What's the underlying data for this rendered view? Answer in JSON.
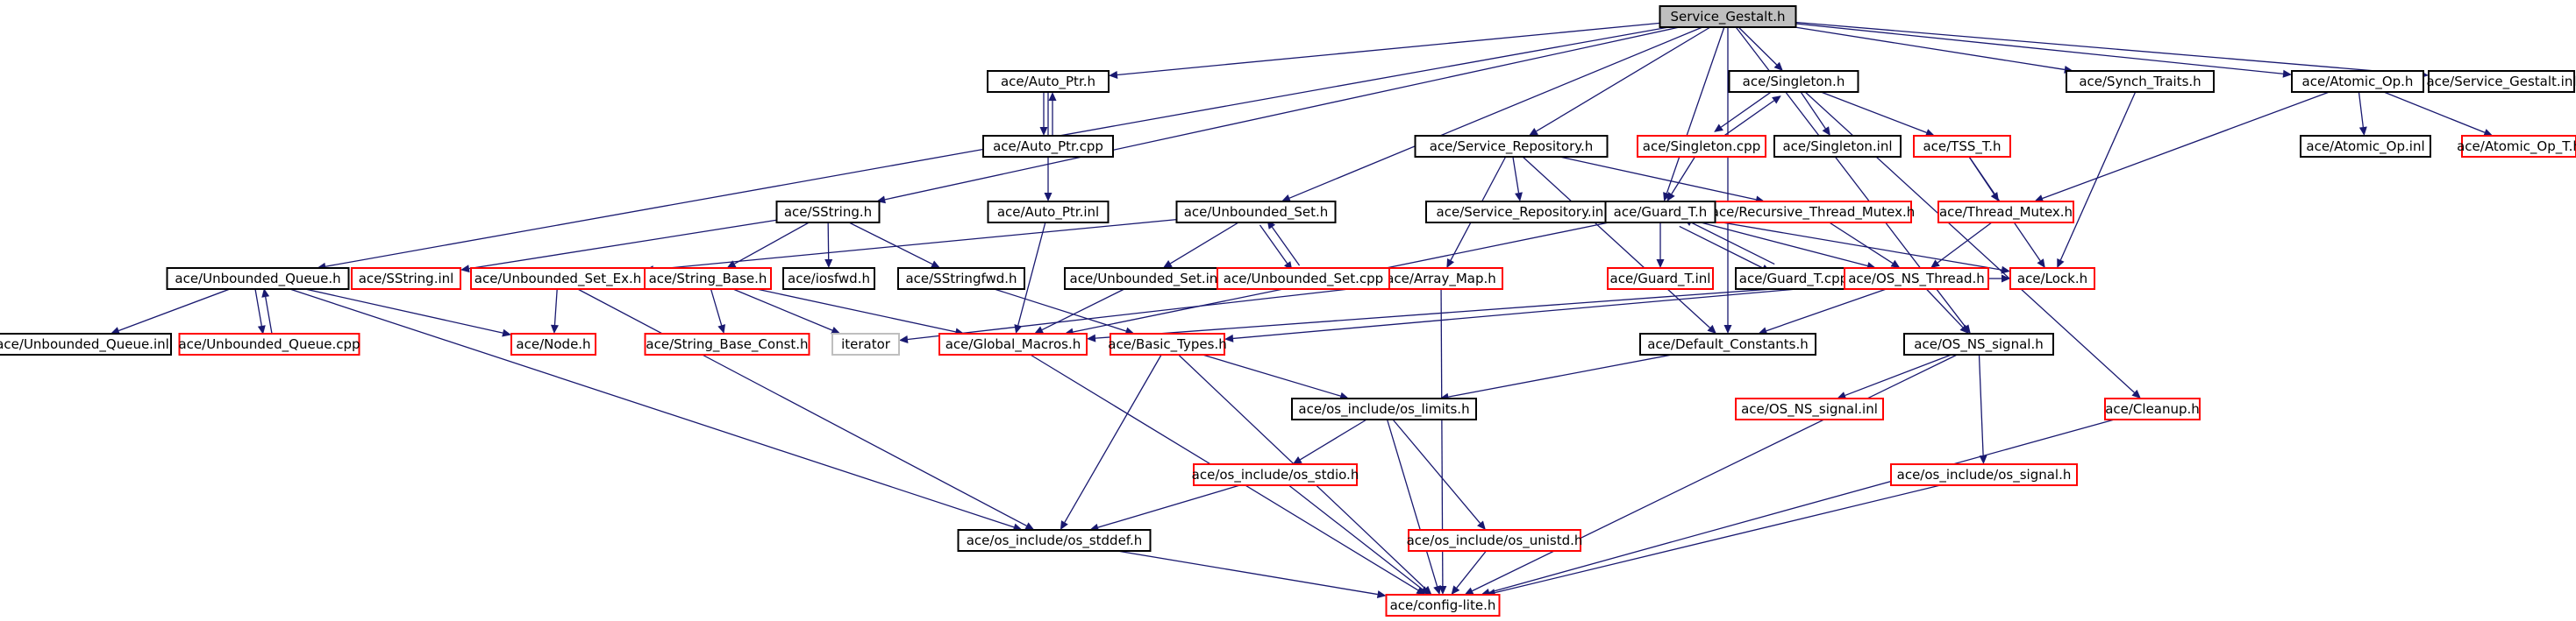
{
  "diagram": {
    "nodes": [
      {
        "id": "service_gestalt_h",
        "label": "Service_Gestalt.h",
        "style": "root"
      },
      {
        "id": "auto_ptr_h",
        "label": "ace/Auto_Ptr.h",
        "style": "black"
      },
      {
        "id": "auto_ptr_cpp",
        "label": "ace/Auto_Ptr.cpp",
        "style": "black"
      },
      {
        "id": "auto_ptr_inl",
        "label": "ace/Auto_Ptr.inl",
        "style": "black"
      },
      {
        "id": "singleton_h",
        "label": "ace/Singleton.h",
        "style": "black"
      },
      {
        "id": "singleton_cpp",
        "label": "ace/Singleton.cpp",
        "style": "red"
      },
      {
        "id": "singleton_inl",
        "label": "ace/Singleton.inl",
        "style": "black"
      },
      {
        "id": "tss_t_h",
        "label": "ace/TSS_T.h",
        "style": "red"
      },
      {
        "id": "synch_traits_h",
        "label": "ace/Synch_Traits.h",
        "style": "black"
      },
      {
        "id": "atomic_op_h",
        "label": "ace/Atomic_Op.h",
        "style": "black"
      },
      {
        "id": "atomic_op_inl",
        "label": "ace/Atomic_Op.inl",
        "style": "black"
      },
      {
        "id": "atomic_op_t_h",
        "label": "ace/Atomic_Op_T.h",
        "style": "red"
      },
      {
        "id": "service_gestalt_inl",
        "label": "ace/Service_Gestalt.inl",
        "style": "black"
      },
      {
        "id": "service_repository_h",
        "label": "ace/Service_Repository.h",
        "style": "black"
      },
      {
        "id": "service_repository_inl",
        "label": "ace/Service_Repository.inl",
        "style": "black"
      },
      {
        "id": "array_map_h",
        "label": "ace/Array_Map.h",
        "style": "red"
      },
      {
        "id": "recursive_thread_mutex_h",
        "label": "ace/Recursive_Thread_Mutex.h",
        "style": "red"
      },
      {
        "id": "thread_mutex_h",
        "label": "ace/Thread_Mutex.h",
        "style": "red"
      },
      {
        "id": "guard_t_h",
        "label": "ace/Guard_T.h",
        "style": "black"
      },
      {
        "id": "guard_t_inl",
        "label": "ace/Guard_T.inl",
        "style": "red"
      },
      {
        "id": "guard_t_cpp",
        "label": "ace/Guard_T.cpp",
        "style": "black"
      },
      {
        "id": "lock_h",
        "label": "ace/Lock.h",
        "style": "red"
      },
      {
        "id": "os_ns_thread_h",
        "label": "ace/OS_NS_Thread.h",
        "style": "red"
      },
      {
        "id": "default_constants_h",
        "label": "ace/Default_Constants.h",
        "style": "black"
      },
      {
        "id": "os_ns_signal_h",
        "label": "ace/OS_NS_signal.h",
        "style": "black"
      },
      {
        "id": "os_ns_signal_inl",
        "label": "ace/OS_NS_signal.inl",
        "style": "red"
      },
      {
        "id": "cleanup_h",
        "label": "ace/Cleanup.h",
        "style": "red"
      },
      {
        "id": "os_signal_h",
        "label": "ace/os_include/os_signal.h",
        "style": "red"
      },
      {
        "id": "sstring_h",
        "label": "ace/SString.h",
        "style": "black"
      },
      {
        "id": "sstring_inl",
        "label": "ace/SString.inl",
        "style": "red"
      },
      {
        "id": "unbounded_set_ex_h",
        "label": "ace/Unbounded_Set_Ex.h",
        "style": "red"
      },
      {
        "id": "string_base_h",
        "label": "ace/String_Base.h",
        "style": "red"
      },
      {
        "id": "iosfwd_h",
        "label": "ace/iosfwd.h",
        "style": "black"
      },
      {
        "id": "sstringfwd_h",
        "label": "ace/SStringfwd.h",
        "style": "black"
      },
      {
        "id": "unbounded_set_h",
        "label": "ace/Unbounded_Set.h",
        "style": "black"
      },
      {
        "id": "unbounded_set_inl",
        "label": "ace/Unbounded_Set.inl",
        "style": "black"
      },
      {
        "id": "unbounded_set_cpp",
        "label": "ace/Unbounded_Set.cpp",
        "style": "red"
      },
      {
        "id": "unbounded_queue_h",
        "label": "ace/Unbounded_Queue.h",
        "style": "black"
      },
      {
        "id": "unbounded_queue_inl",
        "label": "ace/Unbounded_Queue.inl",
        "style": "black"
      },
      {
        "id": "unbounded_queue_cpp",
        "label": "ace/Unbounded_Queue.cpp",
        "style": "red"
      },
      {
        "id": "node_h",
        "label": "ace/Node.h",
        "style": "red"
      },
      {
        "id": "string_base_const_h",
        "label": "ace/String_Base_Const.h",
        "style": "red"
      },
      {
        "id": "iterator",
        "label": "iterator",
        "style": "plain"
      },
      {
        "id": "global_macros_h",
        "label": "ace/Global_Macros.h",
        "style": "red"
      },
      {
        "id": "basic_types_h",
        "label": "ace/Basic_Types.h",
        "style": "red"
      },
      {
        "id": "os_limits_h",
        "label": "ace/os_include/os_limits.h",
        "style": "black"
      },
      {
        "id": "os_stdio_h",
        "label": "ace/os_include/os_stdio.h",
        "style": "red"
      },
      {
        "id": "os_stddef_h",
        "label": "ace/os_include/os_stddef.h",
        "style": "black"
      },
      {
        "id": "os_unistd_h",
        "label": "ace/os_include/os_unistd.h",
        "style": "red"
      },
      {
        "id": "config_lite_h",
        "label": "ace/config-lite.h",
        "style": "red"
      }
    ],
    "edges": [
      [
        "service_gestalt_h",
        "auto_ptr_h"
      ],
      [
        "service_gestalt_h",
        "singleton_h"
      ],
      [
        "service_gestalt_h",
        "synch_traits_h"
      ],
      [
        "service_gestalt_h",
        "atomic_op_h"
      ],
      [
        "service_gestalt_h",
        "service_gestalt_inl"
      ],
      [
        "service_gestalt_h",
        "service_repository_h"
      ],
      [
        "service_gestalt_h",
        "sstring_h"
      ],
      [
        "service_gestalt_h",
        "unbounded_set_h"
      ],
      [
        "service_gestalt_h",
        "unbounded_queue_h"
      ],
      [
        "service_gestalt_h",
        "guard_t_h"
      ],
      [
        "service_gestalt_h",
        "default_constants_h"
      ],
      [
        "service_gestalt_h",
        "os_ns_signal_h"
      ],
      [
        "auto_ptr_h",
        "auto_ptr_cpp"
      ],
      [
        "auto_ptr_cpp",
        "auto_ptr_h"
      ],
      [
        "auto_ptr_h",
        "auto_ptr_inl"
      ],
      [
        "auto_ptr_inl",
        "global_macros_h"
      ],
      [
        "singleton_h",
        "singleton_cpp"
      ],
      [
        "singleton_cpp",
        "singleton_h"
      ],
      [
        "singleton_h",
        "singleton_inl"
      ],
      [
        "singleton_h",
        "tss_t_h"
      ],
      [
        "singleton_h",
        "cleanup_h"
      ],
      [
        "singleton_cpp",
        "guard_t_h"
      ],
      [
        "tss_t_h",
        "thread_mutex_h"
      ],
      [
        "tss_t_h",
        "lock_h"
      ],
      [
        "synch_traits_h",
        "lock_h"
      ],
      [
        "atomic_op_h",
        "atomic_op_inl"
      ],
      [
        "atomic_op_h",
        "atomic_op_t_h"
      ],
      [
        "atomic_op_h",
        "thread_mutex_h"
      ],
      [
        "service_repository_h",
        "service_repository_inl"
      ],
      [
        "service_repository_h",
        "array_map_h"
      ],
      [
        "service_repository_h",
        "recursive_thread_mutex_h"
      ],
      [
        "service_repository_h",
        "default_constants_h"
      ],
      [
        "recursive_thread_mutex_h",
        "os_ns_thread_h"
      ],
      [
        "thread_mutex_h",
        "os_ns_thread_h"
      ],
      [
        "guard_t_h",
        "guard_t_inl"
      ],
      [
        "guard_t_h",
        "guard_t_cpp"
      ],
      [
        "guard_t_cpp",
        "guard_t_h"
      ],
      [
        "guard_t_h",
        "lock_h"
      ],
      [
        "guard_t_h",
        "os_ns_thread_h"
      ],
      [
        "guard_t_h",
        "global_macros_h"
      ],
      [
        "os_ns_thread_h",
        "default_constants_h"
      ],
      [
        "os_ns_thread_h",
        "global_macros_h"
      ],
      [
        "os_ns_thread_h",
        "basic_types_h"
      ],
      [
        "os_ns_thread_h",
        "os_ns_signal_h"
      ],
      [
        "os_ns_thread_h",
        "lock_h"
      ],
      [
        "default_constants_h",
        "os_limits_h"
      ],
      [
        "os_ns_signal_h",
        "os_ns_signal_inl"
      ],
      [
        "os_ns_signal_h",
        "os_signal_h"
      ],
      [
        "os_ns_signal_h",
        "config_lite_h"
      ],
      [
        "os_signal_h",
        "config_lite_h"
      ],
      [
        "cleanup_h",
        "config_lite_h"
      ],
      [
        "sstring_h",
        "sstring_inl"
      ],
      [
        "sstring_h",
        "string_base_h"
      ],
      [
        "sstring_h",
        "iosfwd_h"
      ],
      [
        "sstring_h",
        "sstringfwd_h"
      ],
      [
        "sstringfwd_h",
        "basic_types_h"
      ],
      [
        "string_base_h",
        "string_base_const_h"
      ],
      [
        "string_base_h",
        "iterator"
      ],
      [
        "string_base_h",
        "global_macros_h"
      ],
      [
        "unbounded_set_h",
        "unbounded_set_inl"
      ],
      [
        "unbounded_set_h",
        "unbounded_set_cpp"
      ],
      [
        "unbounded_set_cpp",
        "unbounded_set_h"
      ],
      [
        "unbounded_set_h",
        "unbounded_set_ex_h"
      ],
      [
        "unbounded_set_inl",
        "global_macros_h"
      ],
      [
        "unbounded_set_ex_h",
        "node_h"
      ],
      [
        "unbounded_set_ex_h",
        "os_stddef_h"
      ],
      [
        "unbounded_queue_h",
        "unbounded_queue_inl"
      ],
      [
        "unbounded_queue_h",
        "unbounded_queue_cpp"
      ],
      [
        "unbounded_queue_cpp",
        "unbounded_queue_h"
      ],
      [
        "unbounded_queue_h",
        "node_h"
      ],
      [
        "unbounded_queue_h",
        "os_stddef_h"
      ],
      [
        "array_map_h",
        "iterator"
      ],
      [
        "array_map_h",
        "config_lite_h"
      ],
      [
        "global_macros_h",
        "config_lite_h"
      ],
      [
        "basic_types_h",
        "os_limits_h"
      ],
      [
        "basic_types_h",
        "os_stddef_h"
      ],
      [
        "basic_types_h",
        "config_lite_h"
      ],
      [
        "os_limits_h",
        "os_stdio_h"
      ],
      [
        "os_limits_h",
        "os_unistd_h"
      ],
      [
        "os_limits_h",
        "config_lite_h"
      ],
      [
        "os_stdio_h",
        "os_stddef_h"
      ],
      [
        "os_stdio_h",
        "config_lite_h"
      ],
      [
        "os_unistd_h",
        "config_lite_h"
      ],
      [
        "os_stddef_h",
        "config_lite_h"
      ]
    ]
  }
}
